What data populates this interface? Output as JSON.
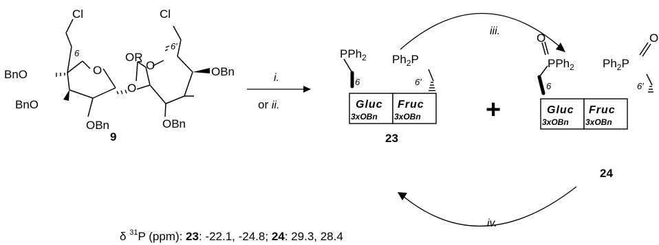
{
  "compound_9": {
    "atoms": {
      "cl_left": "Cl",
      "cl_right": "Cl",
      "ring_o_left": "O",
      "ring_o_right": "O",
      "glycosidic_o": "O",
      "or_group": "OR",
      "pos6": "6",
      "pos6p": "6′",
      "bno_1": "BnO",
      "bno_2": "BnO",
      "obn_1": "OBn",
      "obn_2": "OBn",
      "obn_3": "OBn"
    },
    "number": "9"
  },
  "reaction": {
    "step_i": "i.",
    "step_or": "or",
    "step_ii": "ii.",
    "step_iii": "iii.",
    "step_iv": "iv."
  },
  "compound_23": {
    "pph2": "PPh",
    "pph2_sub": "2",
    "ph2p_pre": "Ph",
    "ph2p_sub": "2",
    "ph2p_p": "P",
    "pos6": "6",
    "pos6p": "6′",
    "gluc": "Gluc",
    "fruc": "Fruc",
    "gluc_sub": "3xOBn",
    "fruc_sub": "3xOBn",
    "number": "23"
  },
  "plus": "+",
  "compound_24": {
    "o_left": "O",
    "o_right": "O",
    "pph2": "PPh",
    "pph2_sub": "2",
    "ph2p_pre": "Ph",
    "ph2p_sub": "2",
    "ph2p_p": "P",
    "pos6": "6",
    "pos6p": "6′",
    "gluc": "Gluc",
    "fruc": "Fruc",
    "gluc_sub": "3xOBn",
    "fruc_sub": "3xOBn",
    "number": "24"
  },
  "nmr": {
    "delta": "δ",
    "sup": "31",
    "p_ppm": "P (ppm): ",
    "c23": "23",
    "v23": ": -22.1, -24.8; ",
    "c24": "24",
    "v24": ": 29.3, 28.4"
  }
}
